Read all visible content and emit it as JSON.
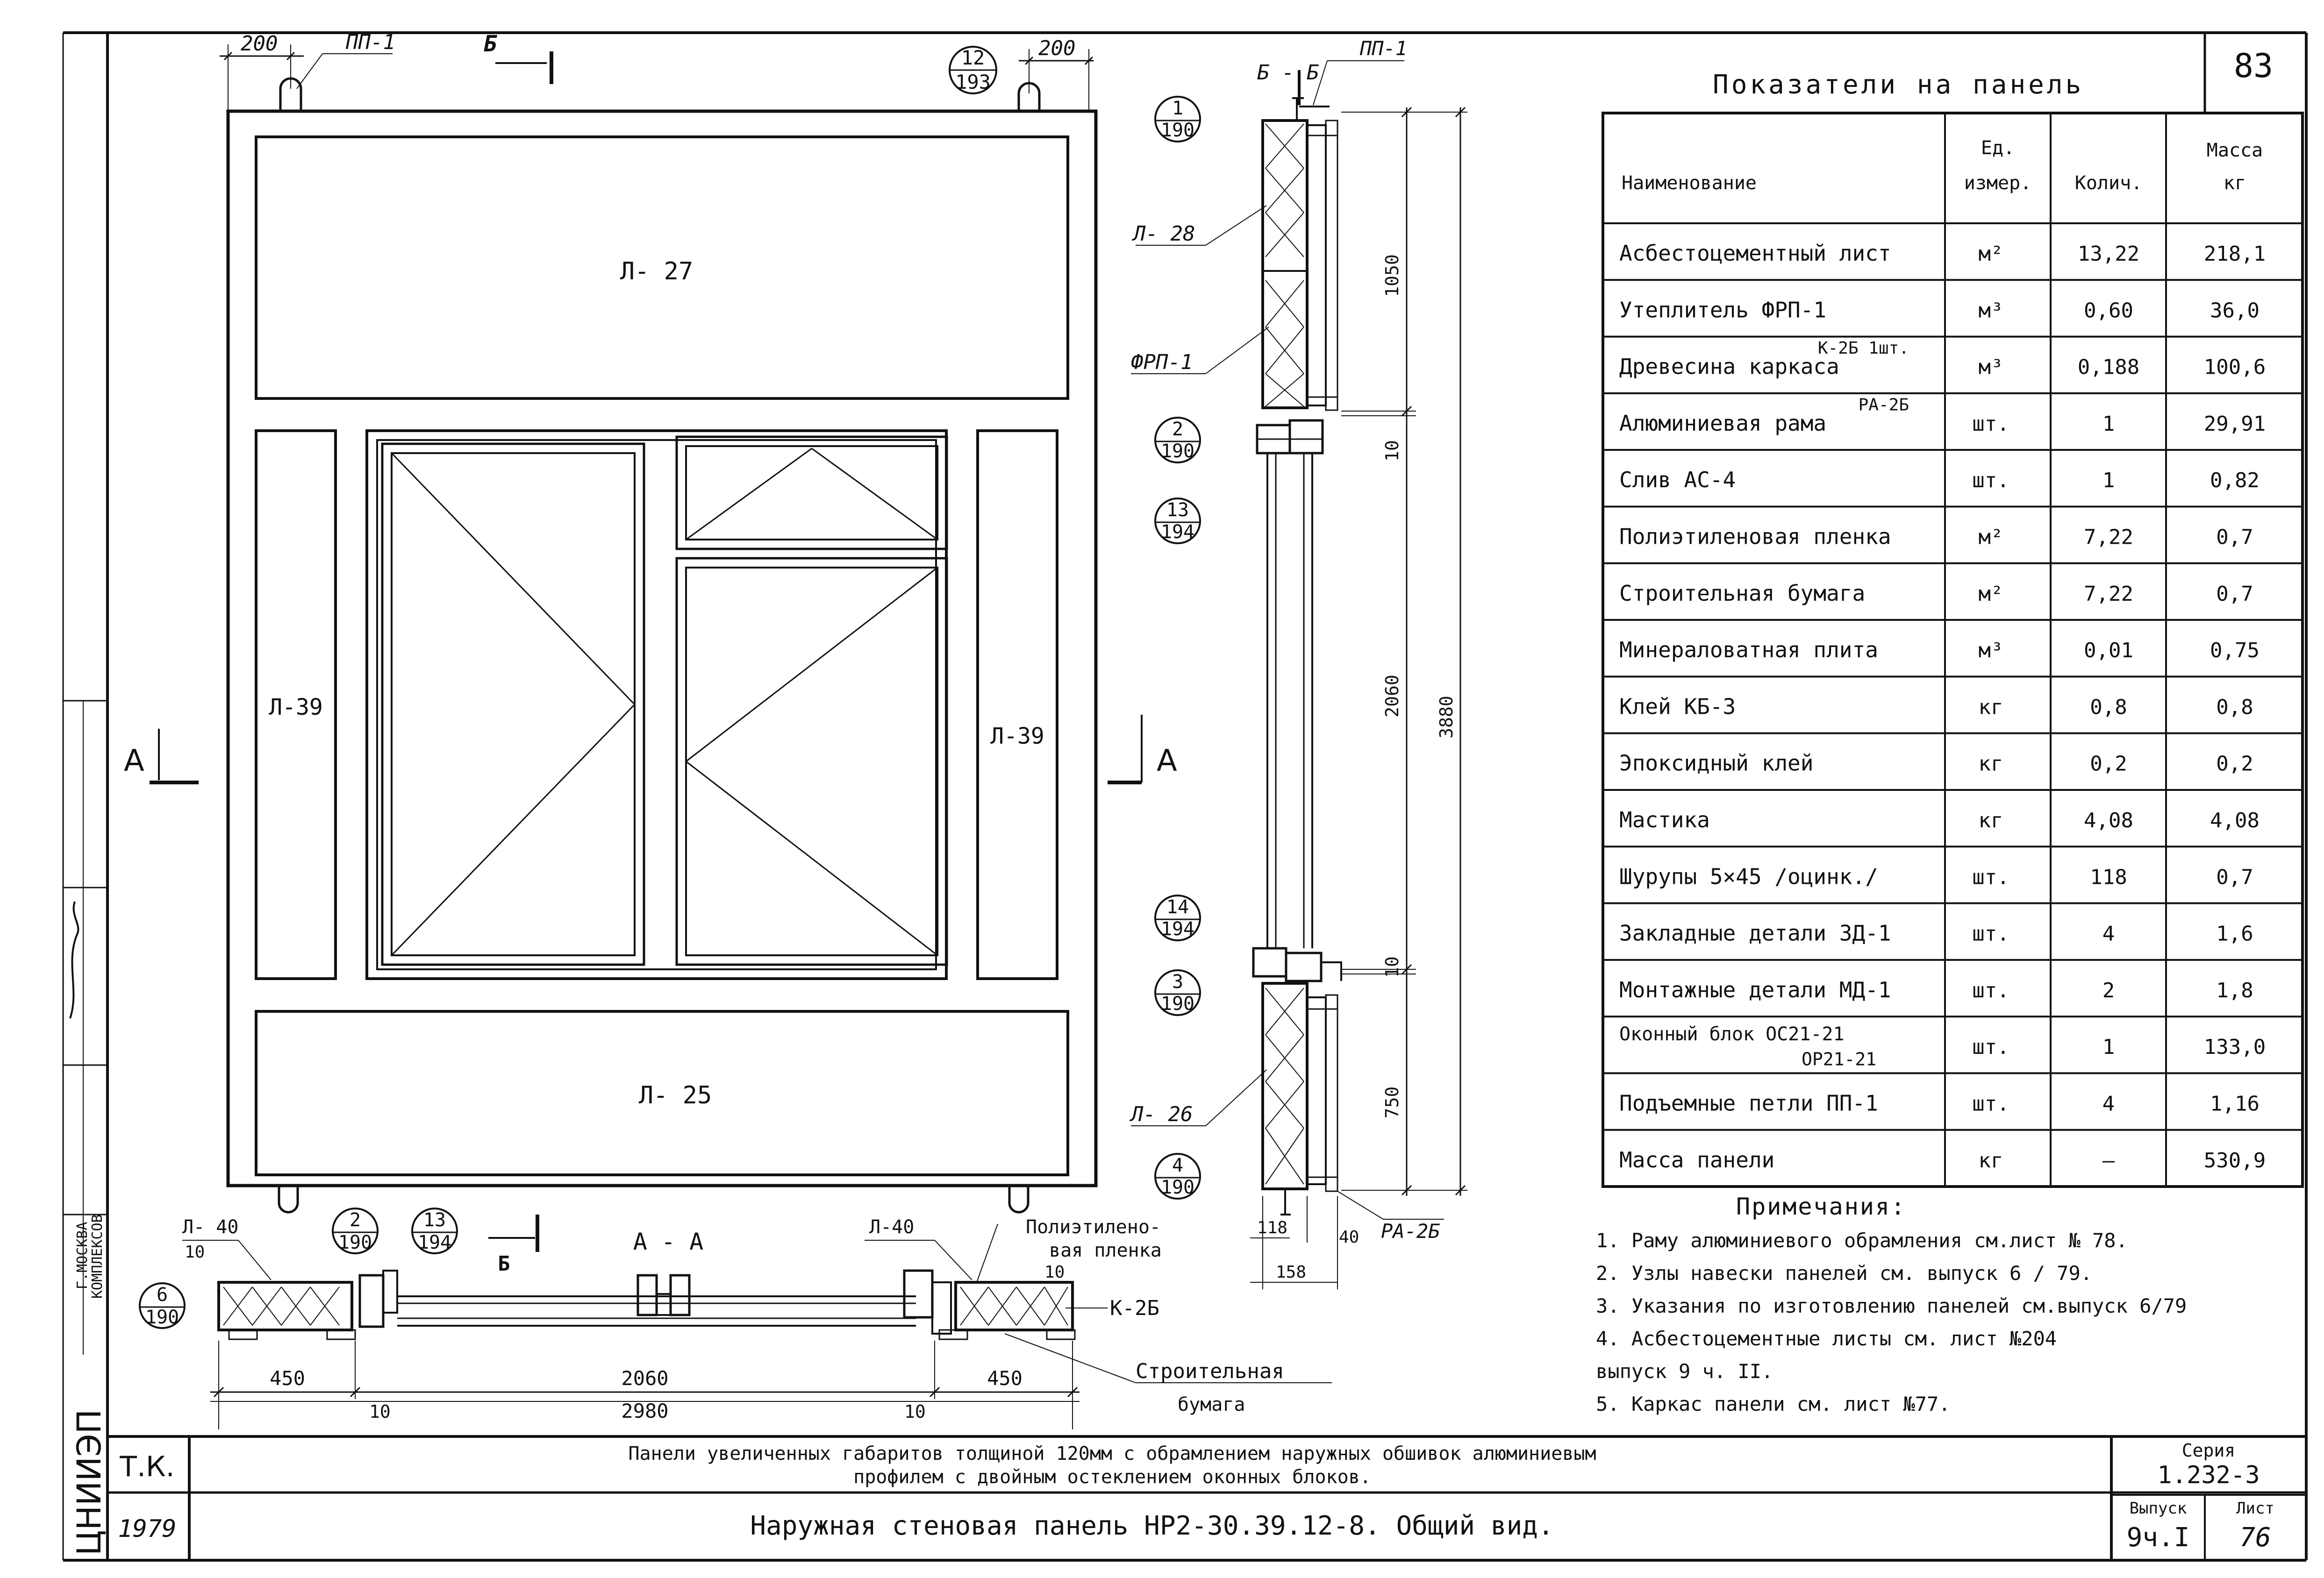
{
  "sheet_corner": "83",
  "front": {
    "dim_left": "200",
    "dim_right": "200",
    "loop_label": "ПП-1",
    "section_mark": "Б",
    "callout_top": {
      "a": "12",
      "b": "193"
    },
    "panels": {
      "top": "Л- 27",
      "bottom": "Л- 25",
      "left": "Л-39",
      "right": "Л-39"
    },
    "section_a_left": "А",
    "section_a_right": "А"
  },
  "section_bb": {
    "title": "Б - Б",
    "loop_label": "ПП-1",
    "callouts": [
      {
        "a": "1",
        "b": "190"
      },
      {
        "a": "2",
        "b": "190"
      },
      {
        "a": "13",
        "b": "194"
      },
      {
        "a": "14",
        "b": "194"
      },
      {
        "a": "3",
        "b": "190"
      },
      {
        "a": "4",
        "b": "190"
      }
    ],
    "labels": {
      "l28": "Л- 28",
      "frp": "ФРП-1",
      "l26": "Л- 26",
      "ra": "РА-2Б"
    },
    "dims_inner": [
      "1050",
      "10",
      "2060",
      "10",
      "750"
    ],
    "dim_total": "3880",
    "dims_bottom": [
      "118",
      "40",
      "158"
    ]
  },
  "section_aa": {
    "title": "А - А",
    "callouts": [
      {
        "a": "6",
        "b": "190"
      },
      {
        "a": "2",
        "b": "190"
      },
      {
        "a": "13",
        "b": "194"
      }
    ],
    "labels": {
      "l40_left": "Л- 40",
      "l40_right": "Л-40",
      "ten_left": "10",
      "ten_right": "10",
      "film_1": "Полиэтилено-",
      "film_2": "вая   пленка",
      "k26": "К-2Б",
      "paper_1": "Строительная",
      "paper_2": "бумага",
      "mark_b": "Б"
    },
    "dims": {
      "left": "450",
      "mid": "2060",
      "right": "450",
      "ten_l": "10",
      "total": "2980",
      "ten_r": "10"
    }
  },
  "table": {
    "title": "Показатели   на   панель",
    "headers": {
      "name": "Наименование",
      "unit_1": "Ед.",
      "unit_2": "измер.",
      "qty": "Колич.",
      "mass_1": "Масса",
      "mass_2": "кг"
    },
    "rows": [
      {
        "name": "Асбестоцементный лист",
        "sup": "",
        "unit": "м²",
        "qty": "13,22",
        "mass": "218,1"
      },
      {
        "name": "Утеплитель ФРП-1",
        "sup": "",
        "unit": "м³",
        "qty": "0,60",
        "mass": "36,0"
      },
      {
        "name": "Древесина  каркаса",
        "sup": "К-2Б 1шт.",
        "unit": "м³",
        "qty": "0,188",
        "mass": "100,6"
      },
      {
        "name": "Алюминиевая  рама",
        "sup": "РА-2Б",
        "unit": "шт.",
        "qty": "1",
        "mass": "29,91"
      },
      {
        "name": "Слив  АС-4",
        "sup": "",
        "unit": "шт.",
        "qty": "1",
        "mass": "0,82"
      },
      {
        "name": "Полиэтиленовая пленка",
        "sup": "",
        "unit": "м²",
        "qty": "7,22",
        "mass": "0,7"
      },
      {
        "name": "Строительная  бумага",
        "sup": "",
        "unit": "м²",
        "qty": "7,22",
        "mass": "0,7"
      },
      {
        "name": "Минераловатная плита",
        "sup": "",
        "unit": "м³",
        "qty": "0,01",
        "mass": "0,75"
      },
      {
        "name": "Клей  КБ-3",
        "sup": "",
        "unit": "кг",
        "qty": "0,8",
        "mass": "0,8"
      },
      {
        "name": "Эпоксидный  клей",
        "sup": "",
        "unit": "кг",
        "qty": "0,2",
        "mass": "0,2"
      },
      {
        "name": "Мастика",
        "sup": "",
        "unit": "кг",
        "qty": "4,08",
        "mass": "4,08"
      },
      {
        "name": "Шурупы 5×45 /оцинк./",
        "sup": "",
        "unit": "шт.",
        "qty": "118",
        "mass": "0,7"
      },
      {
        "name": "Закладные детали ЗД-1",
        "sup": "",
        "unit": "шт.",
        "qty": "4",
        "mass": "1,6"
      },
      {
        "name": "Монтажные детали МД-1",
        "sup": "",
        "unit": "шт.",
        "qty": "2",
        "mass": "1,8"
      },
      {
        "name": "Оконный блок ОС21-21",
        "name2": "ОР21-21",
        "sup": "",
        "unit": "шт.",
        "qty": "1",
        "mass": "133,0"
      },
      {
        "name": "Подъемные петли ПП-1",
        "sup": "",
        "unit": "шт.",
        "qty": "4",
        "mass": "1,16"
      },
      {
        "name": "Масса  панели",
        "sup": "",
        "unit": "кг",
        "qty": "—",
        "mass": "530,9"
      }
    ]
  },
  "notes": {
    "title": "Примечания:",
    "items": [
      "1. Раму алюминиевого обрамления см.лист № 78.",
      "2. Узлы навески панелей см. выпуск 6 / 79.",
      "3. Указания по изготовлению панелей см.выпуск 6/79",
      "4. Асбестоцементные листы см. лист №204",
      "    выпуск  9 ч. II.",
      "5. Каркас  панели см. лист №77."
    ]
  },
  "title_block": {
    "org": "Т.К.",
    "year": "1979",
    "desc_1": "Панели увеличенных габаритов толщиной 120мм с обрамлением наружных обшивок алюминиевым",
    "desc_2": "профилем с двойным остеклением оконных блоков.",
    "title": "Наружная  стеновая  панель  НР2-30.39.12-8.  Общий  вид.",
    "series_label": "Серия",
    "series": "1.232-3",
    "issue_label": "Выпуск",
    "issue": "9ч.I",
    "sheet_label": "Лист",
    "sheet": "76"
  },
  "side_stamp": {
    "org_1": "КОМПЛЕКСОВ",
    "org_2": "Г.МОСКВА",
    "abbr": "ЦНИИЭП"
  }
}
